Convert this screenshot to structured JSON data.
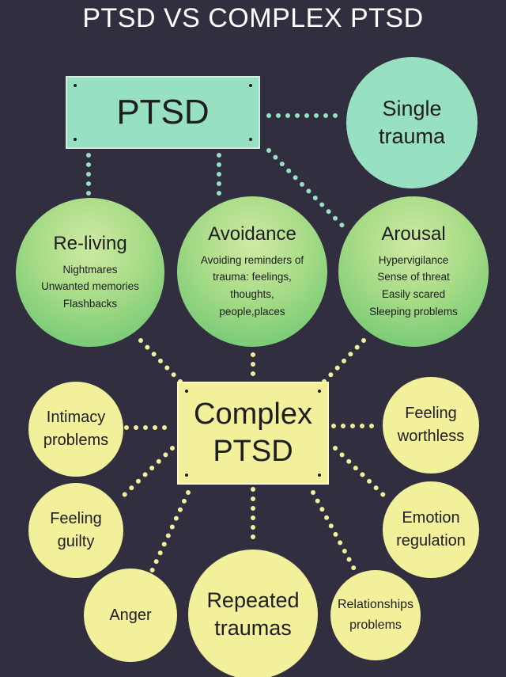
{
  "title": "PTSD VS COMPLEX PTSD",
  "ptsd": {
    "label": "PTSD",
    "single_trauma": [
      "Single",
      "trauma"
    ]
  },
  "symptoms": [
    {
      "heading": "Re-living",
      "lines": [
        "Nightmares",
        "Unwanted memories",
        "Flashbacks"
      ]
    },
    {
      "heading": "Avoidance",
      "lines": [
        "Avoiding reminders of",
        "trauma: feelings,",
        "thoughts,",
        "people,places"
      ]
    },
    {
      "heading": "Arousal",
      "lines": [
        "Hypervigilance",
        "Sense of threat",
        "Easily scared",
        "Sleeping problems"
      ]
    }
  ],
  "complex": {
    "label": [
      "Complex",
      "PTSD"
    ],
    "items": {
      "intimacy": [
        "Intimacy",
        "problems"
      ],
      "worthless": [
        "Feeling",
        "worthless"
      ],
      "guilty": [
        "Feeling",
        "guilty"
      ],
      "emotion": [
        "Emotion",
        "regulation"
      ],
      "anger": [
        "Anger"
      ],
      "repeated": [
        "Repeated",
        "traumas"
      ],
      "relationships": [
        "Relationships",
        "problems"
      ]
    }
  },
  "colors": {
    "background": "#312f3f",
    "teal": "#98e0c2",
    "green": "#63c36f",
    "yellow": "#f2f09a"
  }
}
